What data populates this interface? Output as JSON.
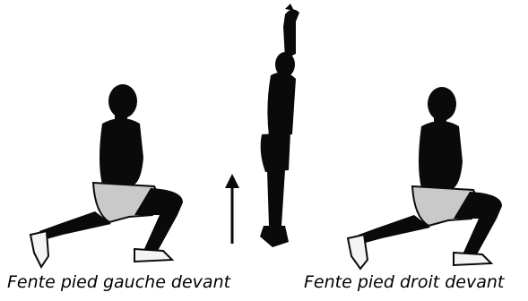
{
  "captions": {
    "left": "Fente pied gauche devant",
    "right": "Fente pied droit devant"
  },
  "figures": [
    {
      "id": "left-lunge",
      "pose": "lunge",
      "front_foot": "left"
    },
    {
      "id": "jump",
      "pose": "vertical-jump",
      "arrow_direction": "up"
    },
    {
      "id": "right-lunge",
      "pose": "lunge",
      "front_foot": "right"
    }
  ],
  "colors": {
    "silhouette": "#0a0a0a",
    "shorts": "#c9c9c9",
    "shoes": "#f4f4f4",
    "text": "#000000"
  }
}
